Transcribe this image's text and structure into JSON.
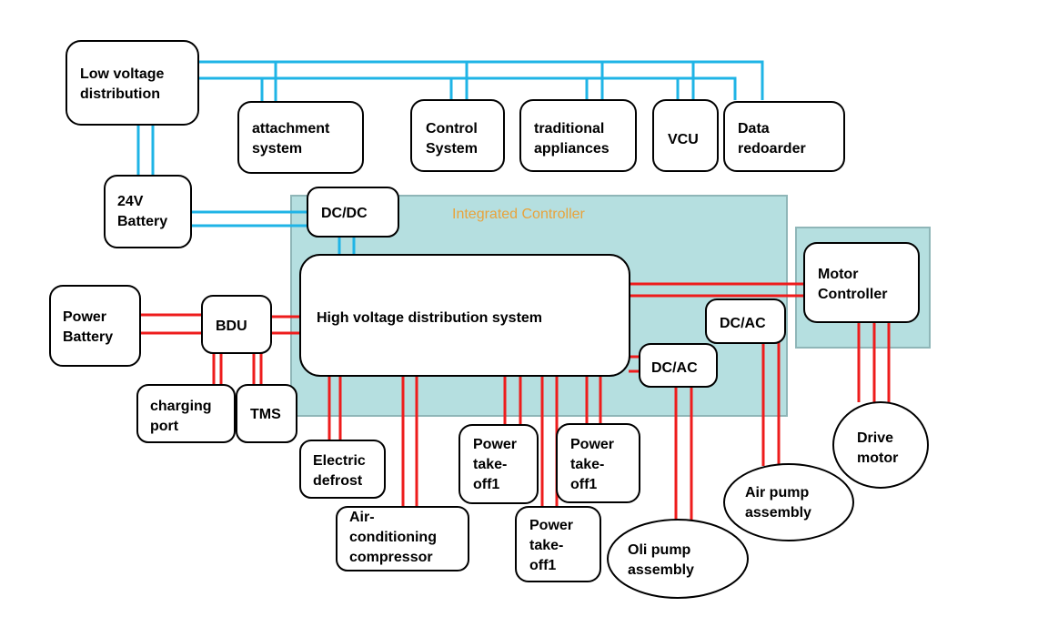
{
  "colors": {
    "low_voltage_line": "#1fb4e6",
    "high_voltage_line": "#ee1c1c",
    "region_fill": "#b5dfe0",
    "region_stroke": "#8fb6b8",
    "region_label": "#e8a33c",
    "box_stroke": "#000000"
  },
  "regions": {
    "integrated_controller": "Integrated Controller"
  },
  "nodes": {
    "low_voltage": [
      "Low voltage",
      "distribution"
    ],
    "attachment": [
      "attachment",
      "system"
    ],
    "control": [
      "Control",
      "System"
    ],
    "traditional": [
      "traditional",
      "appliances"
    ],
    "vcu": [
      "VCU"
    ],
    "data_recorder": [
      "Data",
      "redoarder"
    ],
    "battery24": [
      "24V",
      "Battery"
    ],
    "dcdc": [
      "DC/DC"
    ],
    "hv_dist": [
      "High voltage distribution system"
    ],
    "motor_controller": [
      "Motor",
      "Controller"
    ],
    "power_battery": [
      "Power",
      "Battery"
    ],
    "bdu": [
      "BDU"
    ],
    "charging_port": [
      "charging",
      "port"
    ],
    "tms": [
      "TMS"
    ],
    "dcac_upper": [
      "DC/AC"
    ],
    "dcac_lower": [
      "DC/AC"
    ],
    "electric_defrost": [
      "Electric",
      "defrost"
    ],
    "ac_compressor": [
      "Air-",
      "conditioning",
      "compressor"
    ],
    "pto_a": [
      "Power",
      "take-",
      "off1"
    ],
    "pto_b": [
      "Power",
      "take-",
      "off1"
    ],
    "pto_c": [
      "Power",
      "take-",
      "off1"
    ],
    "drive_motor": [
      "Drive",
      "motor"
    ],
    "air_pump": [
      "Air pump",
      "assembly"
    ],
    "oil_pump": [
      "Oli pump",
      "assembly"
    ]
  }
}
